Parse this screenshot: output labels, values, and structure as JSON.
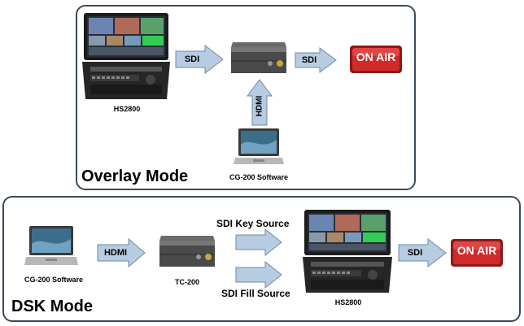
{
  "overlay_mode": {
    "title": "Overlay Mode",
    "switcher_label": "HS2800",
    "laptop_label": "CG-200 Software",
    "arrow_sdi_in": "SDI",
    "arrow_sdi_out": "SDI",
    "arrow_hdmi": "HDMI",
    "on_air": "ON AIR"
  },
  "dsk_mode": {
    "title": "DSK Mode",
    "laptop_label": "CG-200 Software",
    "converter_label": "TC-200",
    "switcher_label": "HS2800",
    "arrow_hdmi": "HDMI",
    "key_source": "SDI Key Source",
    "fill_source": "SDI Fill Source",
    "arrow_sdi_out": "SDI",
    "on_air": "ON AIR"
  }
}
